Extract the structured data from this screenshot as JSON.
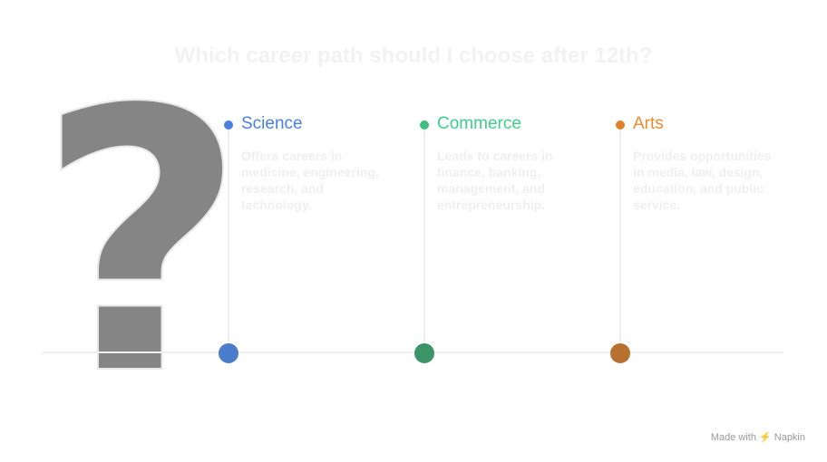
{
  "title": "Which career path should I choose after 12th?",
  "icon": "question-mark",
  "items": [
    {
      "label": "Science",
      "desc": "Offers careers in medicine, engineering, research, and technology.",
      "color": "#4a80e0",
      "dot": "#4a7ccc"
    },
    {
      "label": "Commerce",
      "desc": "Leads to careers in finance, banking, management, and entrepreneurship.",
      "color": "#3ecf8a",
      "dot": "#3a9467"
    },
    {
      "label": "Arts",
      "desc": "Provides opportunities in media, law, design, education, and public service.",
      "color": "#ef8a30",
      "dot": "#b8702e"
    }
  ],
  "footer": "Made with ⚡ Napkin"
}
